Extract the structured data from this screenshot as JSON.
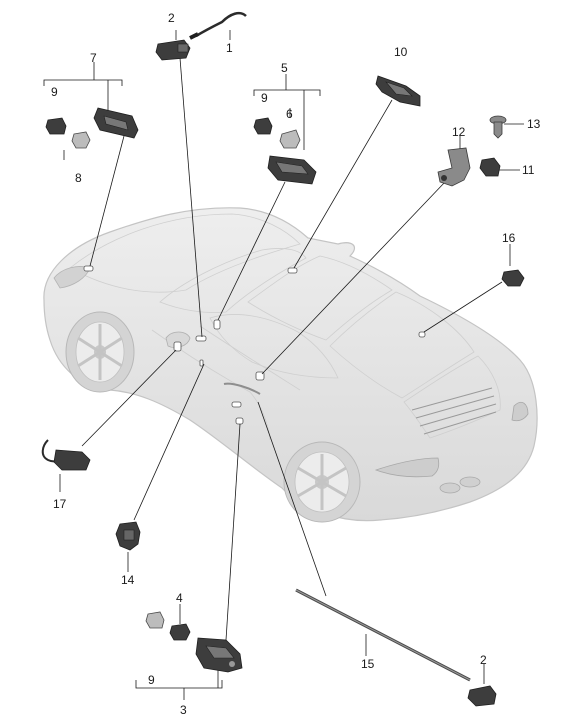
{
  "callouts": [
    {
      "id": "c1",
      "label": "1"
    },
    {
      "id": "c2a",
      "label": "2"
    },
    {
      "id": "c2b",
      "label": "2"
    },
    {
      "id": "c3",
      "label": "3"
    },
    {
      "id": "c4",
      "label": "4"
    },
    {
      "id": "c5",
      "label": "5"
    },
    {
      "id": "c6",
      "label": "6"
    },
    {
      "id": "c7",
      "label": "7"
    },
    {
      "id": "c8",
      "label": "8"
    },
    {
      "id": "c9a",
      "label": "9"
    },
    {
      "id": "c9b",
      "label": "9"
    },
    {
      "id": "c9c",
      "label": "9"
    },
    {
      "id": "c10",
      "label": "10"
    },
    {
      "id": "c11",
      "label": "11"
    },
    {
      "id": "c12",
      "label": "12"
    },
    {
      "id": "c13",
      "label": "13"
    },
    {
      "id": "c14",
      "label": "14"
    },
    {
      "id": "c15",
      "label": "15"
    },
    {
      "id": "c16",
      "label": "16"
    },
    {
      "id": "c17",
      "label": "17"
    }
  ],
  "colors": {
    "car_body": "#e6e6e6",
    "car_glass": "#d6d6d6",
    "lines": "#1a1a1a",
    "parts": "#3d3d3d"
  }
}
